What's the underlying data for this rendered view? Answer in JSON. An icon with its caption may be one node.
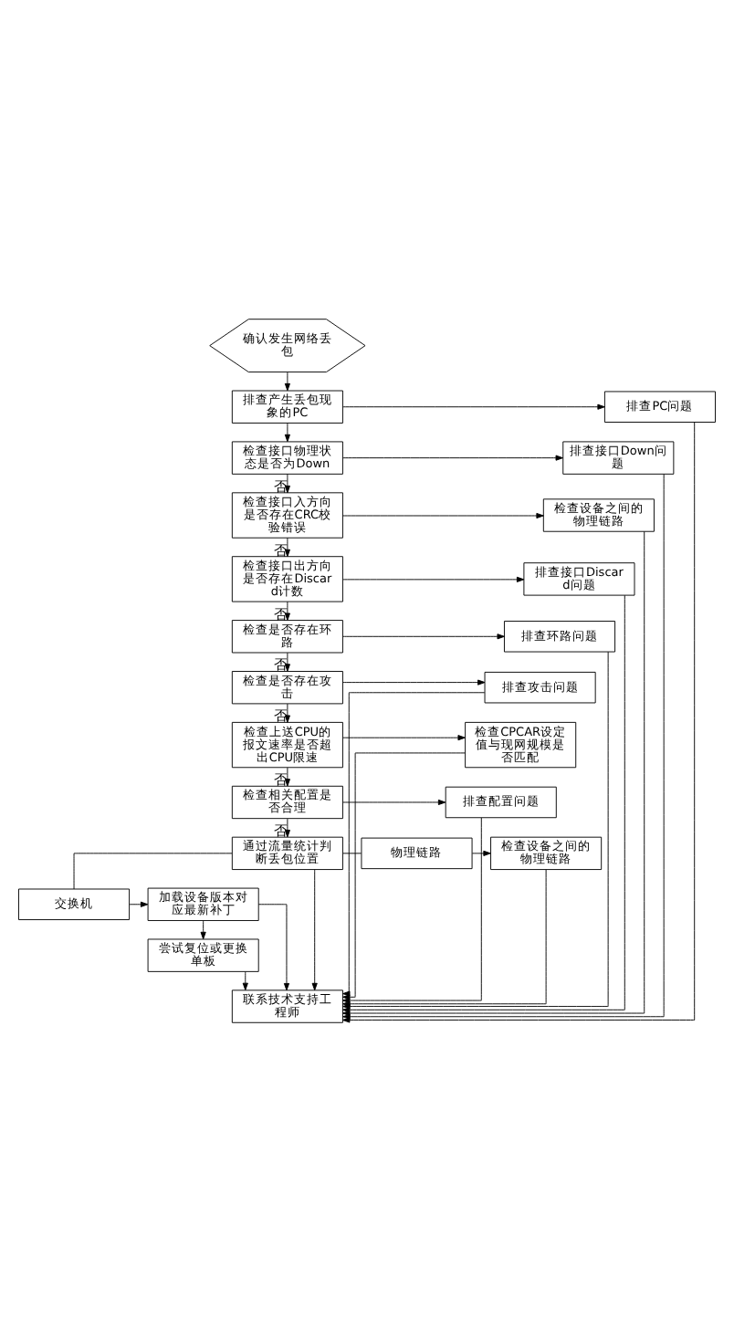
{
  "diagram": {
    "nodes": [
      {
        "text": [
          "确认发生网络丢包"
        ]
      },
      {
        "text": [
          "排查产生丢包现象的PC"
        ]
      },
      {
        "text": [
          "排查PC问题"
        ]
      },
      {
        "text": [
          "检查接口物理状态是否为Down"
        ]
      },
      {
        "text": [
          "排查接口Down问题"
        ]
      },
      {
        "text": [
          "检查接口入方向是否存在CRC校验错误"
        ]
      },
      {
        "text": [
          "检查设备之间的物理链路"
        ]
      },
      {
        "text": [
          "检查接口出方向是否存在Discard计数"
        ]
      },
      {
        "text": [
          "排查接口Discard问题"
        ]
      },
      {
        "text": [
          "检查是否存在环路"
        ]
      },
      {
        "text": [
          "排查环路问题"
        ]
      },
      {
        "text": [
          "检查是否存在攻击"
        ]
      },
      {
        "text": [
          "排查攻击问题"
        ]
      },
      {
        "text": [
          "检查上送CPU的报文速率是否超出CPU限速"
        ]
      },
      {
        "text": [
          "检查CPCAR设定值与现网规模是否匹配"
        ]
      },
      {
        "text": [
          "检查相关配置是否合理"
        ]
      },
      {
        "text": [
          "排查配置问题"
        ]
      },
      {
        "text": [
          "通过流量统计判断丢包位置"
        ]
      },
      {
        "text": [
          "物理链路"
        ]
      },
      {
        "text": [
          "交换机"
        ]
      },
      {
        "text": [
          "检查设备之间的物理链路"
        ]
      },
      {
        "text": [
          "加载设备版本对应最新补丁"
        ]
      },
      {
        "text": [
          "尝试复位或更换单板"
        ]
      },
      {
        "text": [
          "联系技术支持工程师"
        ]
      }
    ],
    "edges": [
      {
        "from": 0,
        "to": 1,
        "arrow": "to"
      },
      {
        "from": 1,
        "to": 2,
        "arrow": "to"
      },
      {
        "from": 1,
        "to": 3,
        "arrow": "to"
      },
      {
        "from": 3,
        "to": 4,
        "arrow": "to"
      },
      {
        "from": 3,
        "to": 5,
        "arrow": "to",
        "label": "否"
      },
      {
        "from": 5,
        "to": 6,
        "arrow": "to"
      },
      {
        "from": 5,
        "to": 7,
        "arrow": "to",
        "label": "否"
      },
      {
        "from": 7,
        "to": 8,
        "arrow": "to"
      },
      {
        "from": 7,
        "to": 9,
        "arrow": "to",
        "label": "否"
      },
      {
        "from": 9,
        "to": 10,
        "arrow": "to"
      },
      {
        "from": 9,
        "to": 11,
        "arrow": "to",
        "label": "否"
      },
      {
        "from": 11,
        "to": 12,
        "arrow": "to"
      },
      {
        "from": 11,
        "to": 13,
        "arrow": "to",
        "label": "否"
      },
      {
        "from": 13,
        "to": 14,
        "arrow": "to"
      },
      {
        "from": 13,
        "to": 15,
        "arrow": "to",
        "label": "否"
      },
      {
        "from": 15,
        "to": 16,
        "arrow": "to"
      },
      {
        "from": 15,
        "to": 17,
        "arrow": "to",
        "label": "否"
      },
      {
        "from": 17,
        "to": 18,
        "arrow": "none"
      },
      {
        "from": 17,
        "to": 19,
        "arrow": "none"
      },
      {
        "from": 18,
        "to": 20,
        "arrow": "to"
      },
      {
        "from": 19,
        "to": 21,
        "arrow": "to"
      },
      {
        "from": 21,
        "to": 22,
        "arrow": "to"
      },
      {
        "from": 17,
        "to": 23,
        "arrow": "to"
      },
      {
        "from": 2,
        "to": 23,
        "arrow": "to"
      },
      {
        "from": 4,
        "to": 23,
        "arrow": "to"
      },
      {
        "from": 6,
        "to": 23,
        "arrow": "to"
      },
      {
        "from": 8,
        "to": 23,
        "arrow": "to"
      },
      {
        "from": 10,
        "to": 23,
        "arrow": "to"
      },
      {
        "from": 12,
        "to": 23,
        "arrow": "to"
      },
      {
        "from": 14,
        "to": 23,
        "arrow": "to"
      },
      {
        "from": 16,
        "to": 23,
        "arrow": "to"
      },
      {
        "from": 20,
        "to": 23,
        "arrow": "to"
      },
      {
        "from": 21,
        "to": 23,
        "arrow": "to"
      },
      {
        "from": 22,
        "to": 23,
        "arrow": "to"
      }
    ]
  }
}
